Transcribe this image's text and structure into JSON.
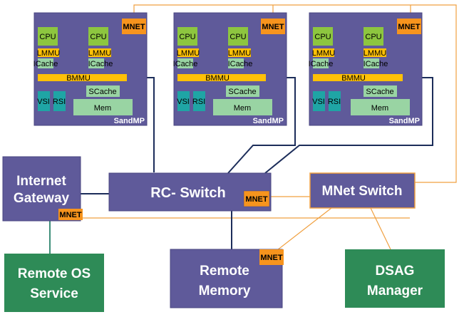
{
  "sandmp_nodes": [
    {
      "label": "SandMP",
      "mnet": "MNET",
      "cpus": [
        "CPU",
        "CPU"
      ],
      "lmmus": [
        "LMMU",
        "LMMU"
      ],
      "icaches": [
        "ICache",
        "ICache"
      ],
      "bmmu": "BMMU",
      "vsi": "VSI",
      "rsi": "RSI",
      "scache": "SCache",
      "mem": "Mem"
    },
    {
      "label": "SandMP",
      "mnet": "MNET",
      "cpus": [
        "CPU",
        "CPU"
      ],
      "lmmus": [
        "LMMU",
        "LMMU"
      ],
      "icaches": [
        "ICache",
        "ICache"
      ],
      "bmmu": "BMMU",
      "vsi": "VSI",
      "rsi": "RSI",
      "scache": "SCache",
      "mem": "Mem"
    },
    {
      "label": "SandMP",
      "mnet": "MNET",
      "cpus": [
        "CPU",
        "CPU"
      ],
      "lmmus": [
        "LMMU",
        "LMMU"
      ],
      "icaches": [
        "ICache",
        "ICache"
      ],
      "bmmu": "BMMU",
      "vsi": "VSI",
      "rsi": "RSI",
      "scache": "SCache",
      "mem": "Mem"
    }
  ],
  "internet_gateway": {
    "line1": "Internet",
    "line2": "Gateway",
    "mnet": "MNET"
  },
  "rc_switch": {
    "label": "RC- Switch",
    "mnet": "MNET"
  },
  "mnet_switch": {
    "label": "MNet Switch"
  },
  "remote_os_service": {
    "line1": "Remote OS",
    "line2": "Service"
  },
  "remote_memory": {
    "line1": "Remote",
    "line2": "Memory",
    "mnet": "MNET"
  },
  "dsag_manager": {
    "line1": "DSAG",
    "line2": "Manager"
  },
  "colors": {
    "node_fill": "#5f5a9a",
    "node_border": "#4a4680",
    "green_box": "#2e8b57",
    "cpu_fill": "#8dc63f",
    "cache_fill": "#ffc107",
    "mem_fill": "#99d4a3",
    "vsi_fill": "#1fa5a5",
    "mnet_fill": "#f7941d",
    "orange_link": "#f0a040",
    "navy_link": "#1c2d5a",
    "teal_link": "#3f8f7a"
  }
}
